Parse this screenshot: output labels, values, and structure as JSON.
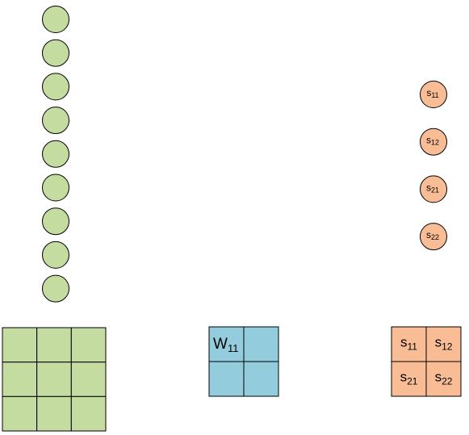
{
  "colors": {
    "green_fill": "#c5dca1",
    "blue_fill": "#93cddd",
    "orange_fill": "#f9bd96",
    "stroke": "#000000"
  },
  "input_neurons": {
    "count": 9
  },
  "input_grid": {
    "rows": 3,
    "cols": 3
  },
  "weight_grid": {
    "rows": 2,
    "cols": 2,
    "cells": [
      {
        "base": "W",
        "sub": "11"
      },
      {
        "base": "",
        "sub": ""
      },
      {
        "base": "",
        "sub": ""
      },
      {
        "base": "",
        "sub": ""
      }
    ]
  },
  "output_neurons": [
    {
      "base": "s",
      "sub": "11"
    },
    {
      "base": "s",
      "sub": "12"
    },
    {
      "base": "s",
      "sub": "21"
    },
    {
      "base": "s",
      "sub": "22"
    }
  ],
  "output_grid": {
    "rows": 2,
    "cols": 2,
    "cells": [
      {
        "base": "s",
        "sub": "11"
      },
      {
        "base": "s",
        "sub": "12"
      },
      {
        "base": "s",
        "sub": "21"
      },
      {
        "base": "s",
        "sub": "22"
      }
    ]
  }
}
